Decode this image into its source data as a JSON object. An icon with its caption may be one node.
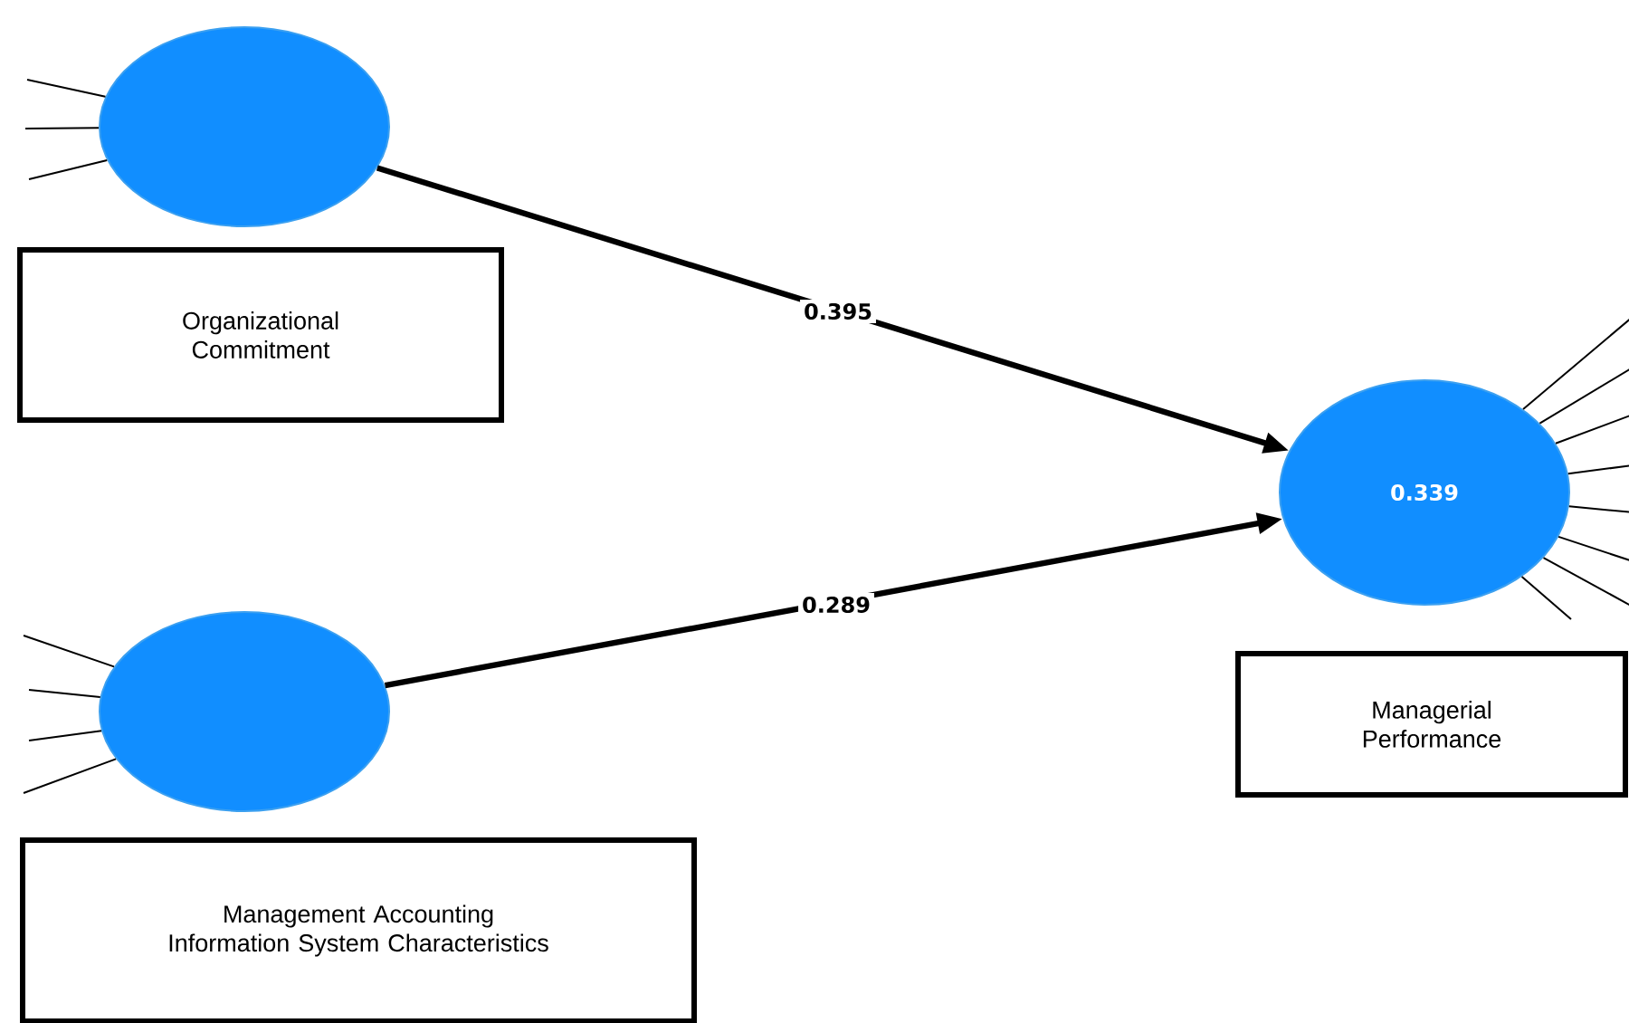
{
  "diagram": {
    "nodes": [
      {
        "text": [],
        "shape": "circle"
      },
      {
        "text": [
          "Organizational Commitment"
        ]
      },
      {
        "text": [],
        "shape": "circle"
      },
      {
        "text": [
          "Management Accounting Information System Characteristics"
        ]
      },
      {
        "text": [
          "0.339"
        ]
      },
      {
        "text": [
          "Managerial Performance"
        ]
      }
    ],
    "edges": [
      {
        "from": 0,
        "to": 4,
        "arrow": "to",
        "label": "0.395",
        "style": "thick"
      },
      {
        "from": 2,
        "to": 4,
        "arrow": "to",
        "label": "0.289",
        "style": "thick"
      },
      {
        "from": null,
        "to": 0,
        "arrow": "none"
      },
      {
        "from": null,
        "to": 0,
        "arrow": "none"
      },
      {
        "from": null,
        "to": 0,
        "arrow": "none"
      },
      {
        "from": null,
        "to": 2,
        "arrow": "none"
      },
      {
        "from": null,
        "to": 2,
        "arrow": "none"
      },
      {
        "from": null,
        "to": 2,
        "arrow": "none"
      },
      {
        "from": null,
        "to": 2,
        "arrow": "none"
      },
      {
        "from": 4,
        "to": null,
        "arrow": "none"
      },
      {
        "from": 4,
        "to": null,
        "arrow": "none"
      },
      {
        "from": 4,
        "to": null,
        "arrow": "none"
      },
      {
        "from": 4,
        "to": null,
        "arrow": "none"
      },
      {
        "from": 4,
        "to": null,
        "arrow": "none"
      },
      {
        "from": 4,
        "to": null,
        "arrow": "none"
      },
      {
        "from": 4,
        "to": null,
        "arrow": "none"
      },
      {
        "from": 4,
        "to": null,
        "arrow": "none"
      }
    ]
  }
}
